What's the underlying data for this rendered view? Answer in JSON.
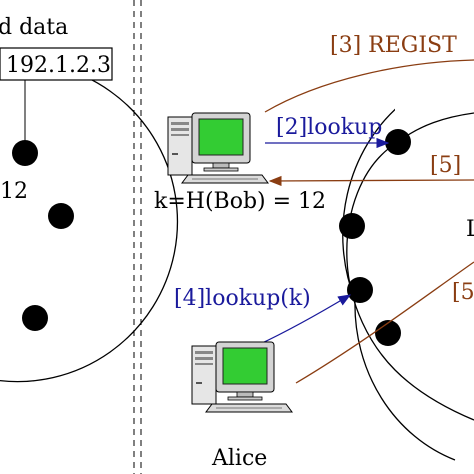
{
  "left_panel": {
    "data_label": "d data",
    "ip_box_label": "192.1.2.3",
    "node_id_label": "12"
  },
  "right_panel": {
    "key_label": "k=H(Bob) = 12",
    "step2_label": "[2]lookup",
    "step3_label": "[3] REGIST",
    "step5a_label": "[5]",
    "step5b_label": "[5",
    "step4_label": "[4]lookup(k)",
    "alice_label": "Alice",
    "ring_label": "L"
  },
  "colors": {
    "blue_arrow": "#1a1a9c",
    "brown_arrow": "#8a3d12",
    "node": "#000000",
    "monitor_screen": "#33cc33"
  },
  "icons": [
    "computer-icon-top",
    "computer-icon-alice"
  ]
}
